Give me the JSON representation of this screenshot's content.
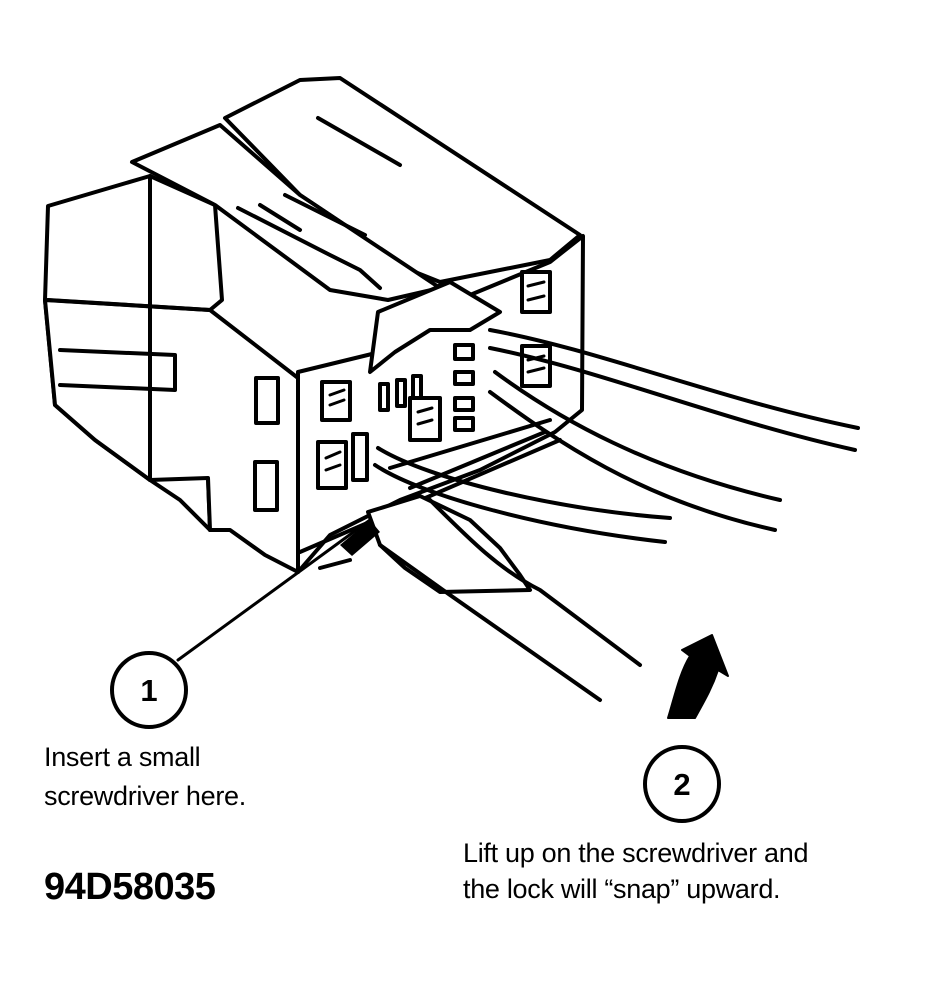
{
  "callouts": [
    {
      "number": "1",
      "line1": "Insert a small",
      "line2": "screwdriver here."
    },
    {
      "number": "2",
      "line1": "Lift up on the screwdriver and",
      "line2": "the lock will “snap” upward."
    }
  ],
  "figure_id": "94D58035",
  "colors": {
    "ink": "#000000",
    "paper": "#ffffff"
  }
}
